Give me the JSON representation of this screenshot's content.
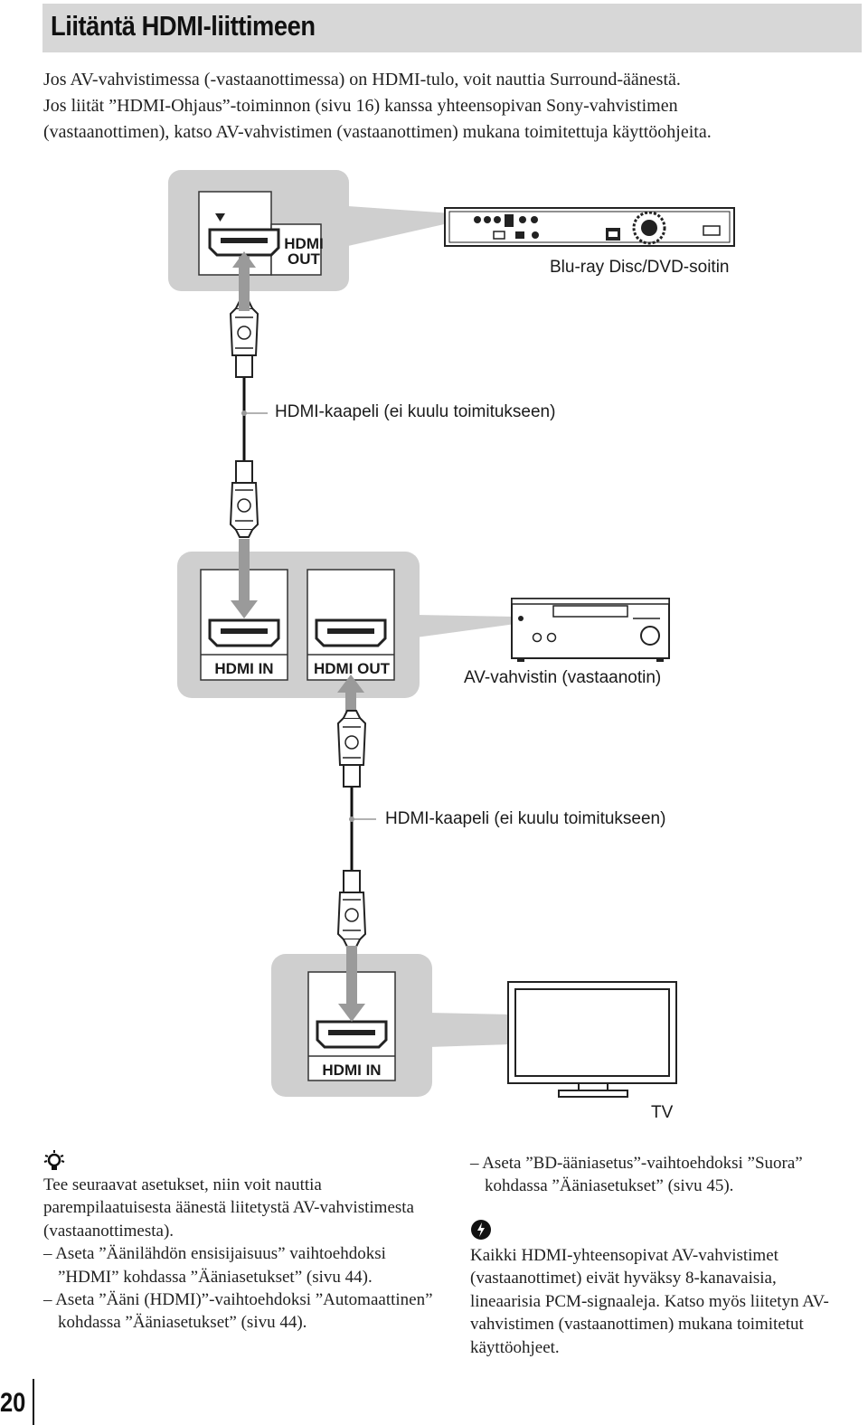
{
  "header": {
    "title": "Liitäntä HDMI-liittimeen"
  },
  "intro": {
    "lines": [
      "Jos AV-vahvistimessa (-vastaanottimessa) on HDMI-tulo, voit nauttia Surround-äänestä.",
      "Jos liität ”HDMI-Ohjaus”-toiminnon (sivu 16) kanssa yhteensopivan Sony-vahvistimen",
      "(vastaanottimen), katso AV-vahvistimen (vastaanottimen) mukana toimitettuja käyttöohjeita."
    ]
  },
  "diagram": {
    "player_label": "Blu-ray Disc/DVD-soitin",
    "player_port": {
      "line1": "HDMI",
      "line2": "OUT"
    },
    "cable1_label": "HDMI-kaapeli (ei kuulu toimitukseen)",
    "amp_port_in": "HDMI IN",
    "amp_port_out": "HDMI OUT",
    "amp_label": "AV-vahvistin (vastaanotin)",
    "cable2_label": "HDMI-kaapeli (ei kuulu toimitukseen)",
    "tv_port": "HDMI IN",
    "tv_label": "TV"
  },
  "hint": {
    "icon": "lightbulb-icon",
    "text": "Tee seuraavat asetukset, niin voit nauttia parempilaatuisesta äänestä liitetystä AV-vahvistimesta (vastaanottimesta).",
    "items": [
      "– Aseta ”Äänilähdön ensisijaisuus” vaihtoehdoksi ”HDMI” kohdassa ”Ääniasetukset” (sivu 44).",
      "– Aseta ”Ääni (HDMI)”-vaihtoehdoksi ”Automaattinen” kohdassa ”Ääniasetukset” (sivu 44).",
      "– Aseta ”BD-ääniasetus”-vaihtoehdoksi ”Suora” kohdassa ”Ääniasetukset” (sivu 45)."
    ]
  },
  "note": {
    "icon": "note-icon",
    "text": "Kaikki HDMI-yhteensopivat AV-vahvistimet (vastaanottimet) eivät hyväksy 8-kanavaisia, lineaarisia PCM-signaaleja. Katso myös liitetyn AV-vahvistimen (vastaanottimen) mukana toimitetut käyttöohjeet."
  },
  "page_number": "20"
}
